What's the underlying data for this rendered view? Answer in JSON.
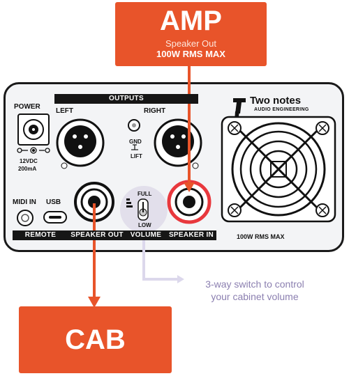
{
  "amp": {
    "title": "AMP",
    "subtitle": "Speaker Out",
    "rating": "100W RMS MAX"
  },
  "cab": {
    "title": "CAB"
  },
  "panel": {
    "power": "POWER",
    "outputs": "OUTPUTS",
    "left": "LEFT",
    "right": "RIGHT",
    "voltage": "12VDC",
    "current": "200mA",
    "gnd": "GND",
    "lift": "LIFT",
    "midi_in": "MIDI IN",
    "usb": "USB",
    "full": "FULL",
    "low": "LOW",
    "remote": "REMOTE",
    "speaker_out": "SPEAKER OUT",
    "volume": "VOLUME",
    "speaker_in": "SPEAKER IN",
    "rms_max": "100W RMS MAX",
    "brand": "Two notes",
    "brand_sub": "AUDIO ENGINEERING"
  },
  "annotation": {
    "line1": "3-way switch to control",
    "line2": "your cabinet volume"
  },
  "colors": {
    "accent": "#e8542a",
    "speaker_in_ring": "#e8383d",
    "note": "#8b7fb0",
    "note_line": "#dcd8ec",
    "panel_bg": "#f3f4f6"
  }
}
